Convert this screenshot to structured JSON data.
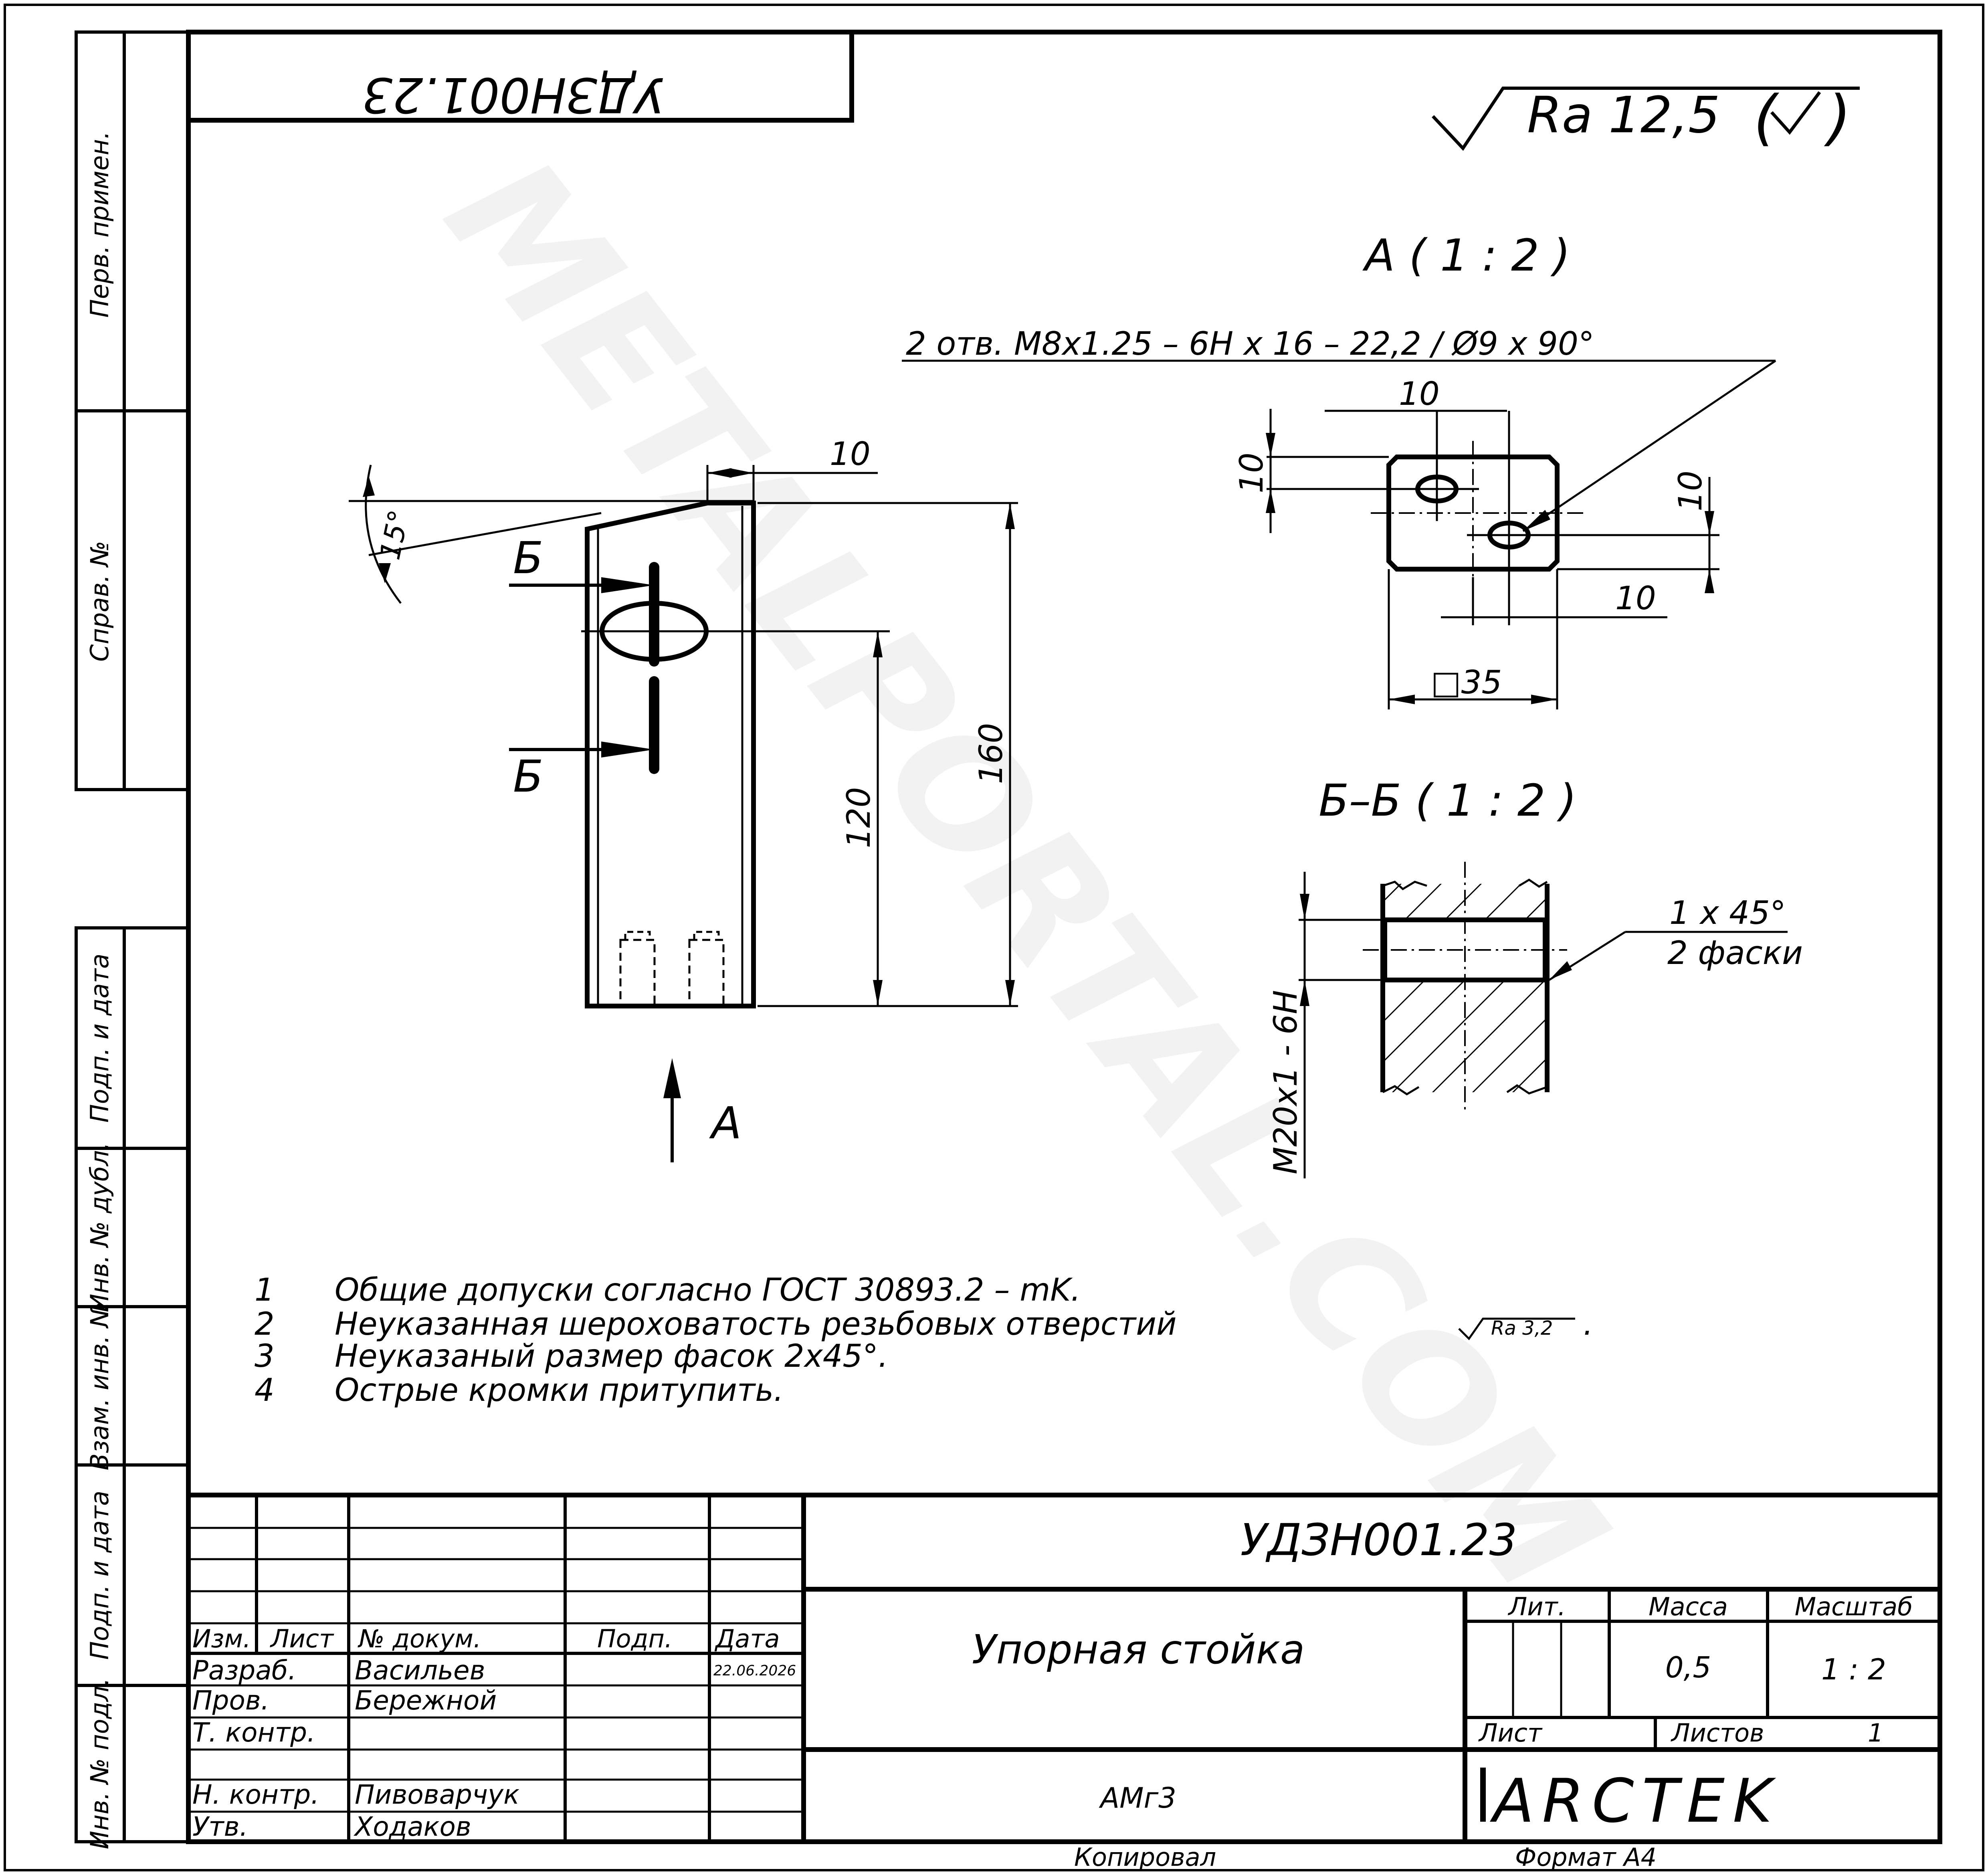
{
  "top_stamp": "УДЗН001.23",
  "roughness_general": "Ra 12,5",
  "side_columns": {
    "perv_primen": "Перв. примен.",
    "sprav_no": "Справ. №",
    "podp_data_1": "Подп. и дата",
    "inv_dubl": "Инв. № дубл.",
    "vzam_inv": "Взам. инв. №",
    "podp_data_2": "Подп. и дата",
    "inv_podl": "Инв. № подл."
  },
  "front_view": {
    "dim_top_width": "10",
    "dim_angle": "15°",
    "dim_height_total": "160",
    "dim_hole_height": "120",
    "section_mark_1": "Б",
    "section_mark_2": "Б",
    "view_arrow_label": "A"
  },
  "view_a": {
    "title": "A ( 1 : 2 )",
    "hole_callout": "2 отв. M8x1.25 – 6H x 16 – 22,2 / Ø9 x 90°",
    "dim_top": "10",
    "dim_left": "10",
    "dim_right": "10",
    "dim_bottom": "10",
    "dim_square": "□35"
  },
  "section_bb": {
    "title": "Б–Б ( 1 : 2 )",
    "chamfer_line1": "1 x 45°",
    "chamfer_line2": "2 фаски",
    "thread": "M20x1 - 6H"
  },
  "notes": [
    {
      "num": "1",
      "text": "Общие допуски согласно ГОСТ 30893.2 – mK."
    },
    {
      "num": "2",
      "text": "Неуказанная шероховатость резьбовых отверстий",
      "roughness": "Ra 3,2",
      "end": "."
    },
    {
      "num": "3",
      "text": "Неуказаный размер фасок  2x45°."
    },
    {
      "num": "4",
      "text": "Острые кромки притупить."
    }
  ],
  "title_block": {
    "designation": "УДЗН001.23",
    "part_name": "Упорная стойка",
    "material": "АМг3",
    "headers": {
      "izm": "Изм.",
      "list": "Лист",
      "n_dokum": "№ докум.",
      "podp": "Подп.",
      "data": "Дата"
    },
    "roles": [
      {
        "role": "Разраб.",
        "name": "Васильев",
        "date": "22.06.2026"
      },
      {
        "role": "Пров.",
        "name": "Бережной",
        "date": ""
      },
      {
        "role": "Т. контр.",
        "name": "",
        "date": ""
      },
      {
        "role": "",
        "name": "",
        "date": ""
      },
      {
        "role": "Н. контр.",
        "name": "Пивоварчук",
        "date": ""
      },
      {
        "role": "Утв.",
        "name": "Ходаков",
        "date": ""
      }
    ],
    "lit_label": "Лит.",
    "massa_label": "Масса",
    "masshtab_label": "Масштаб",
    "massa": "0,5",
    "masshtab": "1 : 2",
    "list_label": "Лист",
    "listov_label": "Листов",
    "listov": "1",
    "company": "ARCTEK",
    "kopiroval": "Копировал",
    "format": "Формат А4"
  },
  "watermark": "METALPORTAL.COM"
}
